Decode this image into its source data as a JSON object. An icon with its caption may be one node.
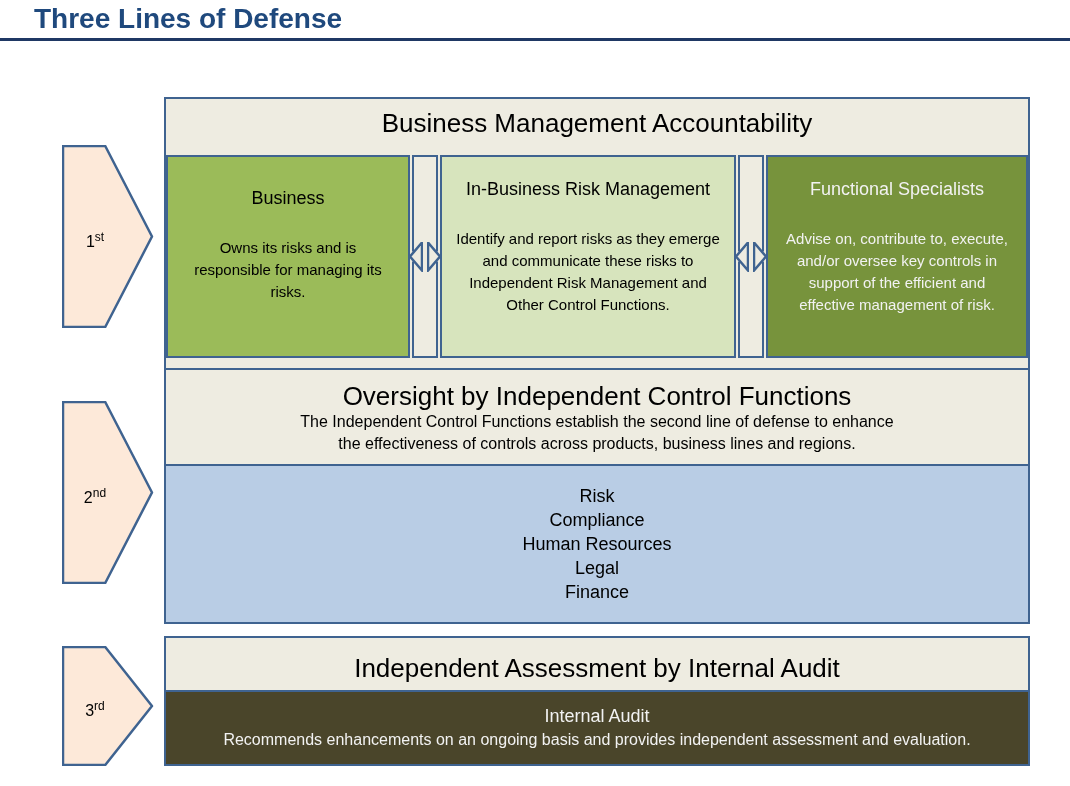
{
  "diagram": {
    "title": "Three Lines of Defense",
    "nodes": [
      {
        "text": [
          "1$^{st}$"
        ]
      },
      {
        "text": [
          "2$^{nd}$"
        ]
      },
      {
        "text": [
          "3$^{rd}$"
        ]
      },
      {
        "text": [
          "Business Management Accountability"
        ]
      },
      {
        "text": [
          "Business",
          "Owns its risks and is responsible for managing its risks."
        ],
        "in": 3
      },
      {
        "text": [
          "In-Business Risk Management",
          "Identify and report risks as they emerge and communicate these risks to Independent Risk Management and Other Control Functions."
        ],
        "in": 3
      },
      {
        "text": [
          "Functional Specialists",
          "Advise on, contribute to, execute, and/or oversee key controls in support of the efficient and effective management of risk."
        ],
        "in": 3
      },
      {
        "text": [
          "Oversight by Independent Control Functions",
          "The Independent Control Functions establish the second line of defense to enhance the effectiveness of controls across products, business lines and regions."
        ]
      },
      {
        "text": [
          "Risk",
          "Compliance",
          "Human Resources",
          "Legal",
          "Finance"
        ]
      },
      {
        "text": [
          "Independent Assessment by Internal Audit"
        ]
      },
      {
        "text": [
          "Internal Audit",
          "Recommends enhancements on an ongoing basis and provides independent assessment and evaluation."
        ]
      }
    ],
    "edges": [
      {
        "from": 4,
        "to": 5,
        "arrow": "both"
      },
      {
        "from": 5,
        "to": 6,
        "arrow": "both"
      }
    ]
  }
}
